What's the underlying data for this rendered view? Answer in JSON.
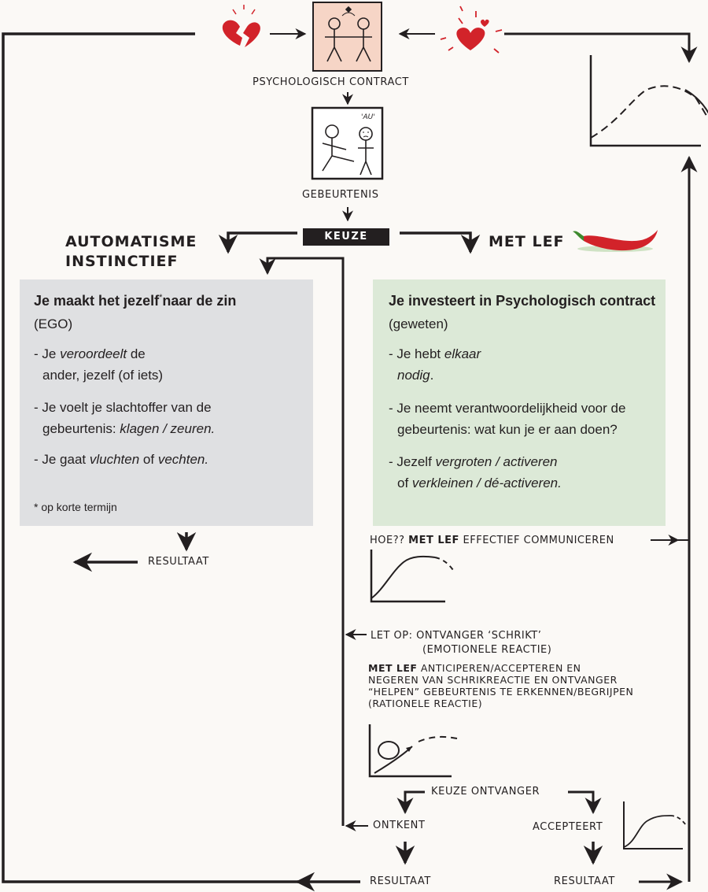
{
  "top": {
    "psych_contract": "PSYCHOLOGISCH CONTRACT",
    "gebeurtenis": "GEBEURTENIS",
    "au": "'AU'",
    "keuze": "KEUZE"
  },
  "left": {
    "heading_line1": "AUTOMATISME",
    "heading_line2": "INSTINCTIEF",
    "title_a": "Je maakt het jezelf",
    "title_sup": "*",
    "title_b": "naar de zin",
    "subtitle": "(EGO)",
    "b1_pre": "- Je ",
    "b1_em": "veroordeelt",
    "b1_post": " de",
    "b1_line2": "ander, jezelf (of iets)",
    "b2_line1": "- Je voelt je slachtoffer van de",
    "b2_pre": "gebeurtenis: ",
    "b2_em": "klagen / zeuren.",
    "b3_pre": "- Je gaat ",
    "b3_em1": "vluchten",
    "b3_mid": " of ",
    "b3_em2": "vechten.",
    "footnote": "* op korte termijn",
    "resultaat": "RESULTAAT"
  },
  "right": {
    "heading": "MET LEF",
    "title": "Je investeert in Psychologisch contract",
    "subtitle": "(geweten)",
    "b1_pre": "- Je hebt ",
    "b1_em": "elkaar",
    "b1_em2": "nodig",
    "b1_post": ".",
    "b2_line1": "- Je neemt verantwoordelijkheid voor de",
    "b2_line2": "gebeurtenis: wat kun je er aan doen?",
    "b3_pre": "- Jezelf ",
    "b3_em1": "vergroten / activeren",
    "b3_mid": "of ",
    "b3_em2": "verkleinen / dé-activeren."
  },
  "lower": {
    "hoe_pre": "HOE?? ",
    "hoe_bold": "MET LEF",
    "hoe_post": " EFFECTIEF COMMUNICEREN",
    "letop_line1": "LET OP: ONTVANGER ‘SCHRIKT’",
    "letop_line2": "(EMOTIONELE REACTIE)",
    "metlef_bold": "MET LEF",
    "metlef_line1": " ANTICIPEREN/ACCEPTEREN EN",
    "metlef_line2": "NEGEREN VAN SCHRIKREACTIE EN ONTVANGER",
    "metlef_line3": "“HELPEN” GEBEURTENIS TE ERKENNEN/BEGRIJPEN",
    "metlef_line4": "(RATIONELE REACTIE)",
    "keuze_ontvanger": "KEUZE ONTVANGER",
    "ontkent": "ONTKENT",
    "accepteert": "ACCEPTEERT",
    "resultaat_1": "RESULTAAT",
    "resultaat_2": "RESULTAAT"
  },
  "colors": {
    "ink": "#231f20",
    "heart_red": "#d2232a",
    "contract_bg": "#f6d5c6",
    "left_box": "#dfe0e2",
    "right_box": "#dce9d7"
  }
}
